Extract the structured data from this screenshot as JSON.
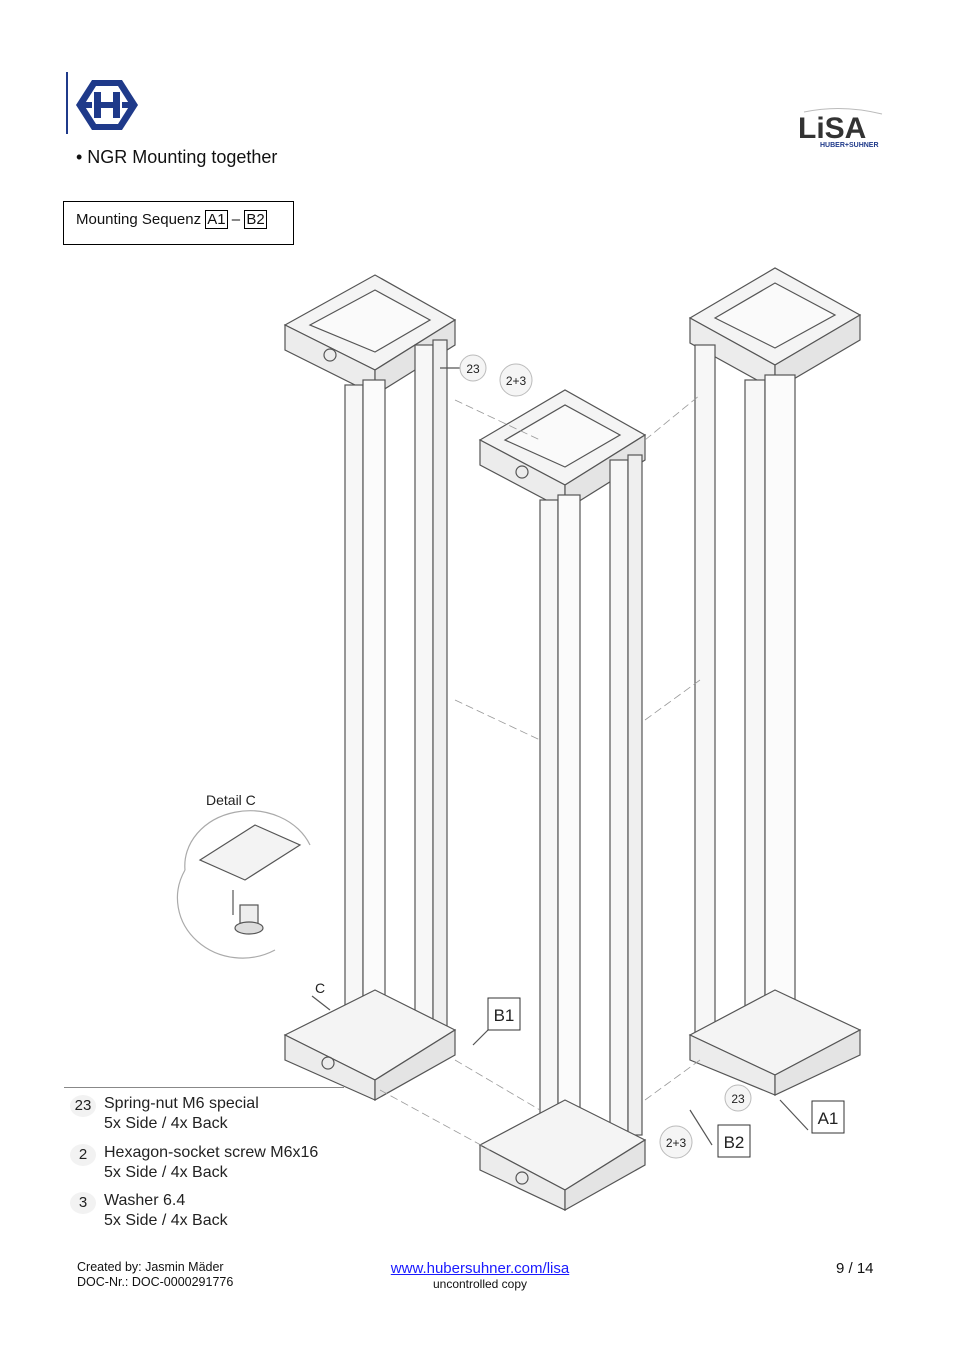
{
  "header": {
    "bullet_title": "• NGR Mounting together",
    "logo_left": "hubersuhner-logo",
    "logo_right": {
      "brand": "LiSA",
      "sub": "HUBER+SUHNER"
    }
  },
  "sequence": {
    "label": "Mounting Sequenz",
    "from": "A1",
    "dash": "–",
    "to": "B2"
  },
  "drawing": {
    "detail_label": "Detail C",
    "callouts": {
      "c": "C",
      "n23a": "23",
      "n23b": "23",
      "n2p3a": "2+3",
      "n2p3b": "2+3",
      "b1": "B1",
      "b2": "B2",
      "a1": "A1"
    }
  },
  "legend": [
    {
      "num": "23",
      "name": "Spring-nut M6 special",
      "qty": "5x Side / 4x Back"
    },
    {
      "num": "2",
      "name": "Hexagon-socket screw M6x16",
      "qty": "5x Side / 4x Back"
    },
    {
      "num": "3",
      "name": "Washer 6.4",
      "qty": "5x Side / 4x Back"
    }
  ],
  "footer": {
    "created_by": "Created by: Jasmin Mäder",
    "doc_nr": "DOC-Nr.: DOC-0000291776",
    "link": "www.hubersuhner.com/lisa",
    "copy_note": "uncontrolled copy",
    "page": "9 / 14"
  },
  "colors": {
    "brand_blue": "#1f3a8a",
    "link_blue": "#1a1aff",
    "line_gray": "#555555"
  }
}
